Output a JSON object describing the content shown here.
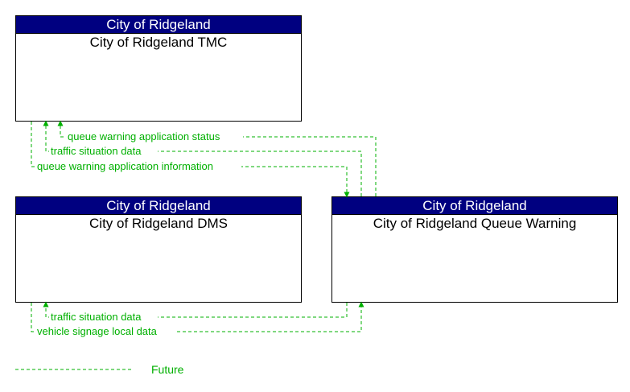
{
  "colors": {
    "header_bg": "#000080",
    "flow_future": "#00b000",
    "border": "#000000"
  },
  "elements": {
    "tmc": {
      "owner": "City of Ridgeland",
      "name": "City of Ridgeland TMC"
    },
    "dms": {
      "owner": "City of Ridgeland",
      "name": "City of Ridgeland DMS"
    },
    "queue": {
      "owner": "City of Ridgeland",
      "name": "City of Ridgeland Queue Warning"
    }
  },
  "flows": {
    "qw_status": "queue warning application status",
    "traffic_situation_top": "traffic situation data",
    "qw_info": "queue warning application information",
    "traffic_situation_bottom": "traffic situation data",
    "vehicle_signage": "vehicle signage local data"
  },
  "legend": {
    "future": "Future"
  }
}
